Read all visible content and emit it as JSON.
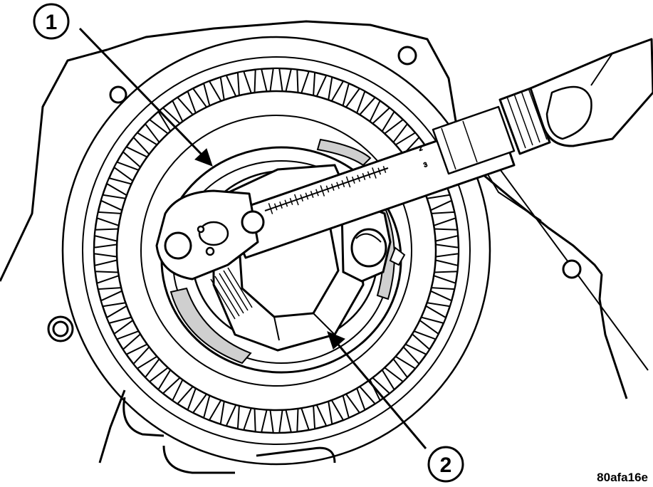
{
  "callouts": [
    {
      "label": "1"
    },
    {
      "label": "2"
    }
  ],
  "figure_code": "80afa16e",
  "colors": {
    "line": "#000000",
    "fill": "#ffffff",
    "shade": "#cfcfcf"
  }
}
